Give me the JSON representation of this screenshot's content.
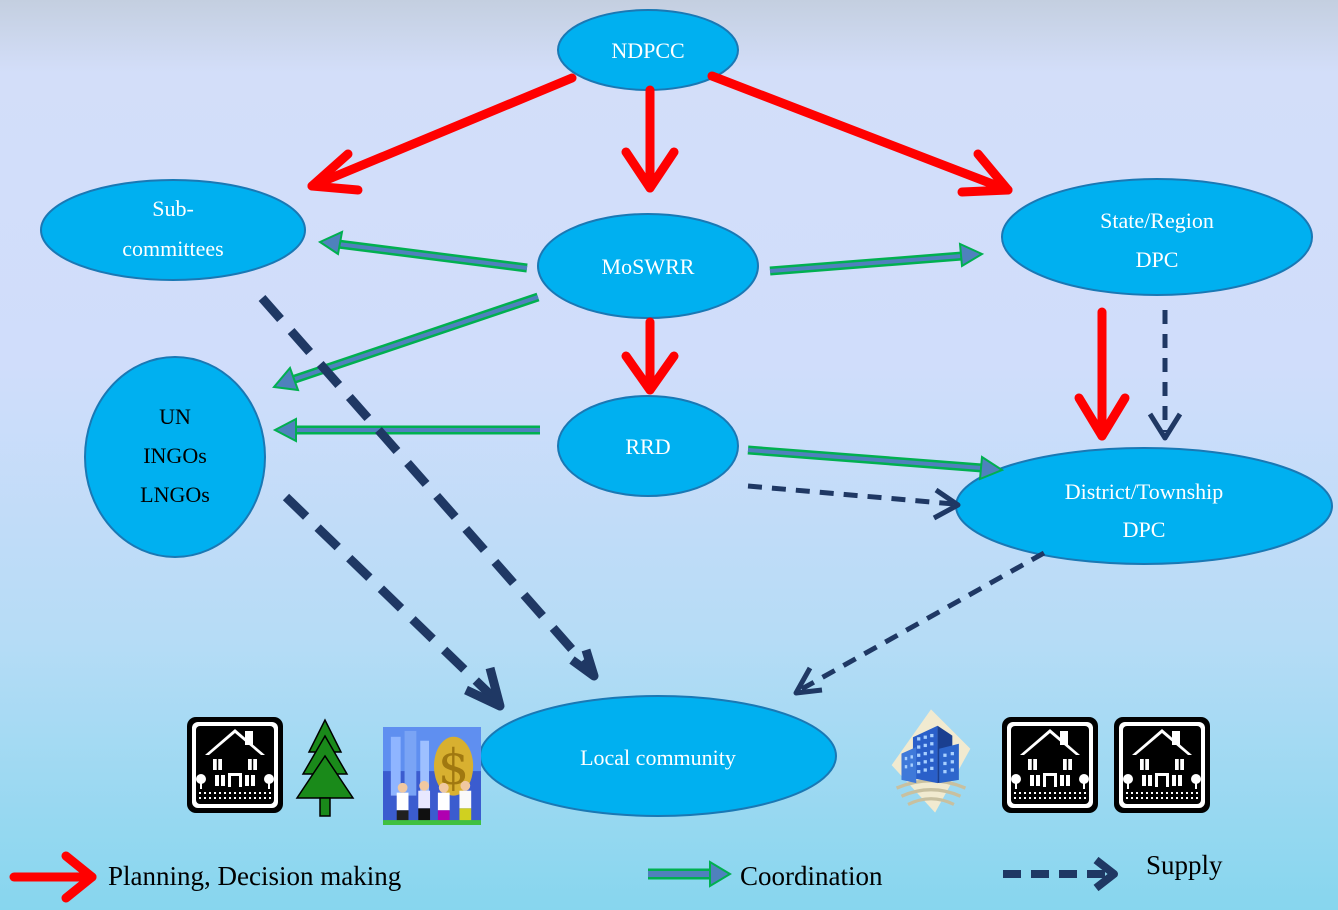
{
  "nodes": {
    "ndpcc": {
      "lines": [
        "NDPCC"
      ]
    },
    "subcommittees": {
      "lines": [
        "Sub-",
        "committees"
      ]
    },
    "moswrr": {
      "lines": [
        "MoSWRR"
      ]
    },
    "state_region": {
      "lines": [
        "State/Region",
        "DPC"
      ]
    },
    "un_ngos": {
      "lines": [
        "UN",
        "INGOs",
        "LNGOs"
      ]
    },
    "rrd": {
      "lines": [
        "RRD"
      ]
    },
    "district_township": {
      "lines": [
        "District/Township",
        "DPC"
      ]
    },
    "local_community": {
      "lines": [
        "Local community"
      ]
    }
  },
  "legend": {
    "planning": "Planning, Decision making",
    "coordination": "Coordination",
    "supply": "Supply"
  },
  "colors": {
    "node_fill": "#00b0f0",
    "node_stroke": "#1a78b4",
    "planning_arrow": "#ff0000",
    "coordination_arrow": "#4f81bd",
    "coordination_outline": "#00b050",
    "supply_arrow": "#1f3864"
  },
  "icons": [
    "house-icon",
    "tree-icon",
    "business-people-icon",
    "city-buildings-icon",
    "house-icon",
    "house-icon"
  ]
}
